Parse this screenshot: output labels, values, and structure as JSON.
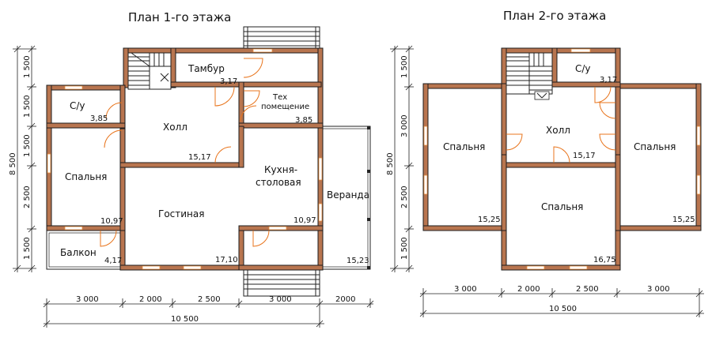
{
  "titles": {
    "floor1": "План 1-го этажа",
    "floor2": "План 2-го этажа"
  },
  "floor1": {
    "rooms": {
      "tambur": "Тамбур",
      "tambur_area": "3,17",
      "tech1": "Тех",
      "tech2": "помещение",
      "tech_area": "3,85",
      "wc": "С/у",
      "wc_area": "3,85",
      "hall": "Холл",
      "hall_area": "15,17",
      "bedroom": "Спальня",
      "bedroom_area": "10,97",
      "kitchen1": "Кухня-",
      "kitchen2": "столовая",
      "kitchen_area": "10,97",
      "veranda": "Веранда",
      "veranda_area": "15,23",
      "living": "Гостиная",
      "living_area": "17,10",
      "balcony": "Балкон",
      "balcony_area": "4,17"
    },
    "dims_bottom": [
      "3 000",
      "2 000",
      "2 500",
      "3 000",
      "2000"
    ],
    "dim_total": "10 500",
    "dims_left": [
      "1 500",
      "1 500",
      "1 500",
      "2 500",
      "1 500"
    ],
    "dim_left_total": "8 500"
  },
  "floor2": {
    "rooms": {
      "wc": "С/у",
      "wc_area": "3,17",
      "hall": "Холл",
      "hall_area": "15,17",
      "bed_left": "Спальня",
      "bed_left_area": "15,25",
      "bed_right": "Спальня",
      "bed_right_area": "15,25",
      "bed_center": "Спальня",
      "bed_center_area": "16,75"
    },
    "dims_bottom": [
      "3 000",
      "2 000",
      "2 500",
      "3 000"
    ],
    "dim_total": "10 500",
    "dims_left": [
      "1 500",
      "3 000",
      "2 500",
      "1 500"
    ],
    "dim_left_total": "8 500"
  }
}
